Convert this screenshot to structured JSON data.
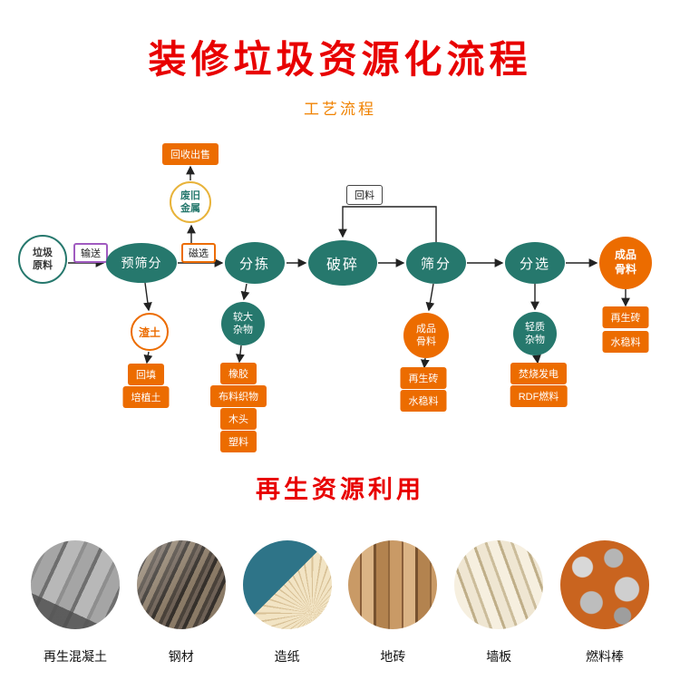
{
  "header": {
    "title": "装修垃圾资源化流程",
    "subtitle": "工艺流程"
  },
  "flowchart": {
    "source_label": "垃圾原料",
    "conveyor_label": "输送",
    "magnetic_label": "磁选",
    "return_label": "回料",
    "recycle_sell_label": "回收出售",
    "scrap_metal_label": "废旧金属",
    "stage_pre_screen": "预筛分",
    "stage_sorting": "分拣",
    "stage_crushing": "破碎",
    "stage_screening": "筛分",
    "stage_separation": "分选",
    "final_product_label": "成品骨料",
    "final_product_outputs": [
      "再生砖",
      "水稳料"
    ],
    "slag_label": "渣土",
    "slag_outputs": [
      "回填",
      "培植土"
    ],
    "large_debris_label": "较大杂物",
    "large_debris_outputs": [
      "橡胶",
      "布料织物",
      "木头",
      "塑料"
    ],
    "aggregate_label": "成品骨料",
    "aggregate_outputs": [
      "再生砖",
      "水稳料"
    ],
    "light_debris_label": "轻质杂物",
    "light_debris_outputs": [
      "焚烧发电",
      "RDF燃料"
    ]
  },
  "recycle_section": {
    "title": "再生资源利用",
    "products": [
      {
        "label": "再生混凝土",
        "image": "recycled-concrete-image"
      },
      {
        "label": "钢材",
        "image": "steel-image"
      },
      {
        "label": "造纸",
        "image": "papermaking-image"
      },
      {
        "label": "地砖",
        "image": "floor-tile-image"
      },
      {
        "label": "墙板",
        "image": "wall-panel-image"
      },
      {
        "label": "燃料棒",
        "image": "fuel-rod-image"
      }
    ]
  },
  "colors": {
    "title_red": "#e80000",
    "subtitle_orange": "#f08200",
    "stage_teal": "#26786d",
    "tag_orange": "#ec6c00",
    "conveyor_purple": "#a05bc0",
    "metal_ring_yellow": "#e8b33a"
  }
}
